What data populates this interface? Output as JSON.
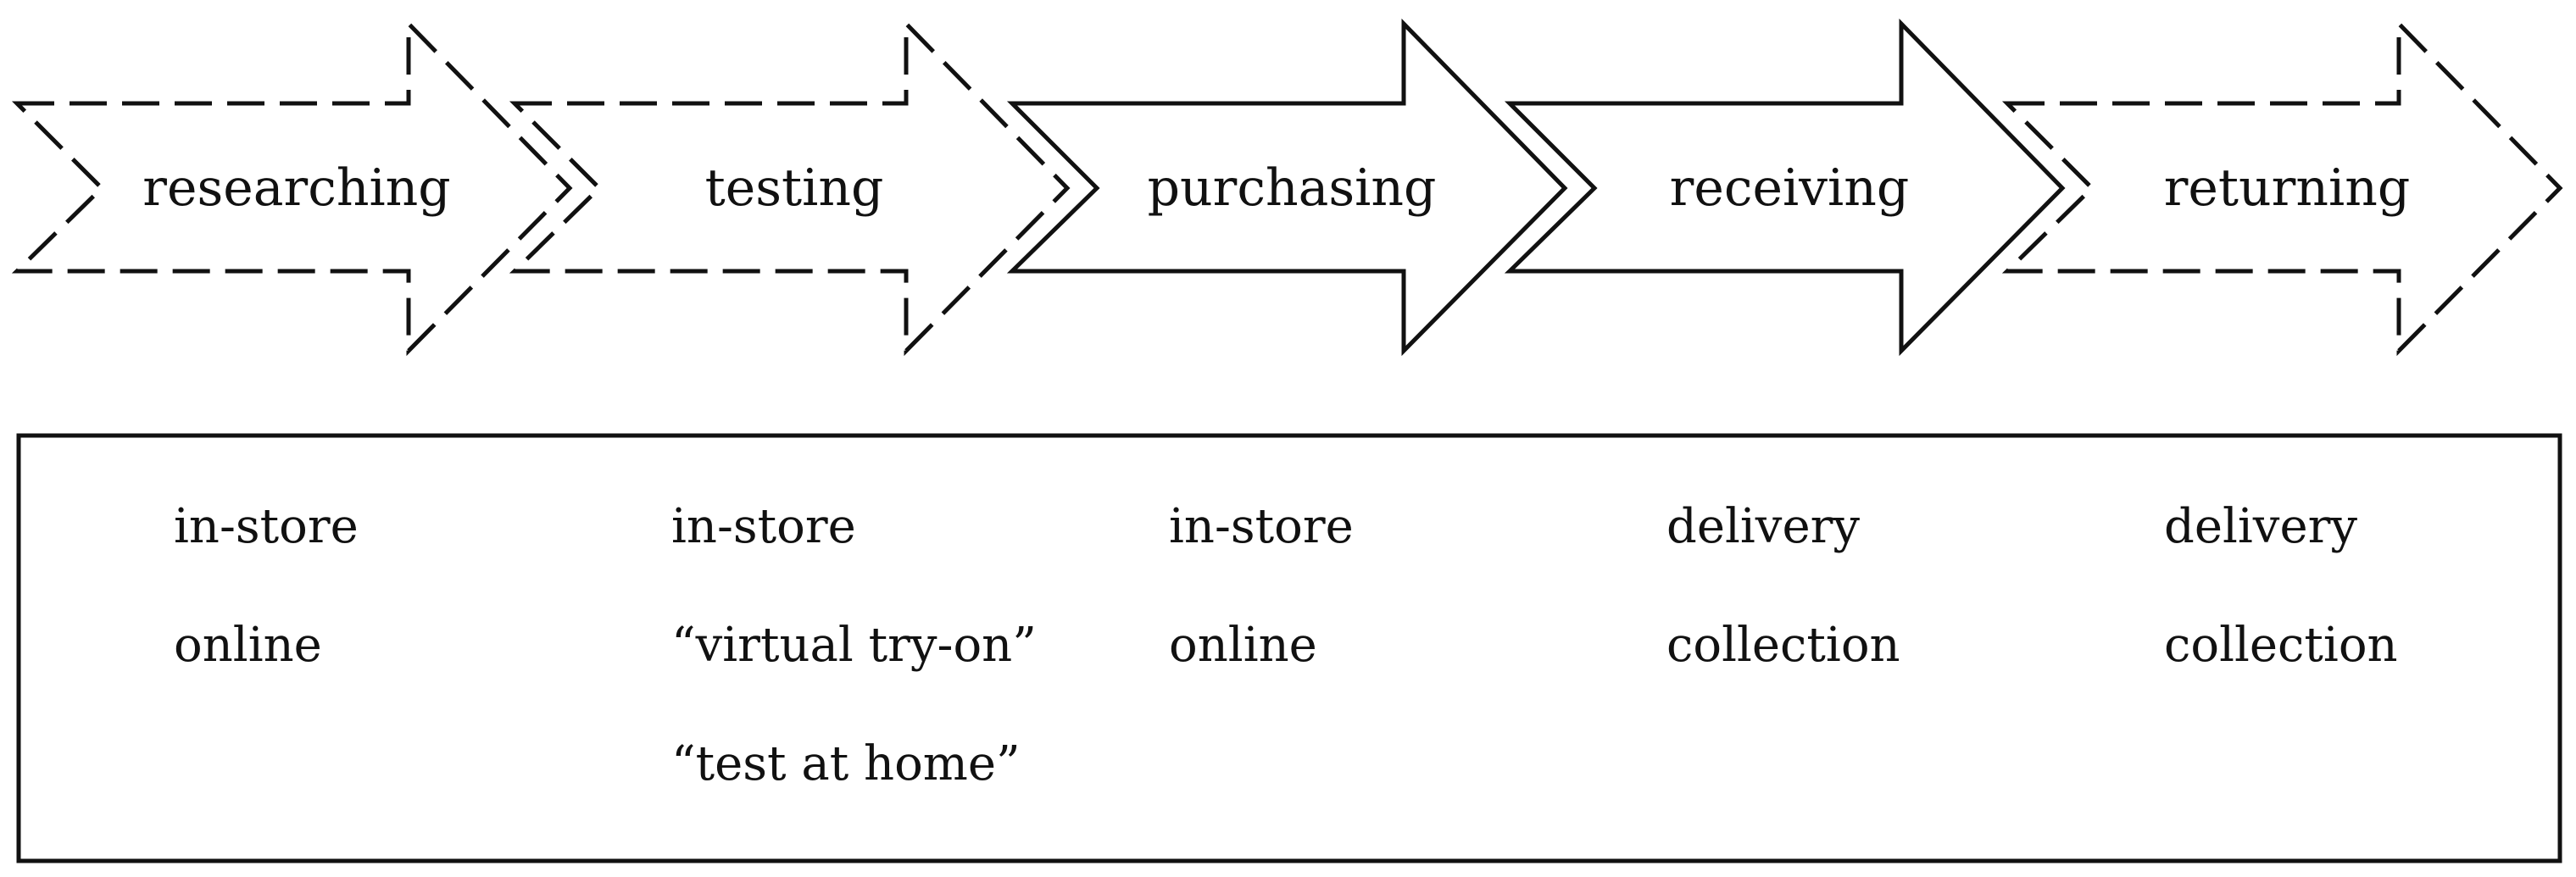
{
  "stages": [
    {
      "label": "researching",
      "style": "dashed",
      "options": [
        "in-store",
        "online"
      ]
    },
    {
      "label": "testing",
      "style": "dashed",
      "options": [
        "in-store",
        "“virtual try-on”",
        "“test at home”"
      ]
    },
    {
      "label": "purchasing",
      "style": "solid",
      "options": [
        "in-store",
        "online"
      ]
    },
    {
      "label": "receiving",
      "style": "solid",
      "options": [
        "delivery",
        "collection"
      ]
    },
    {
      "label": "returning",
      "style": "dashed",
      "options": [
        "delivery",
        "collection"
      ]
    }
  ]
}
